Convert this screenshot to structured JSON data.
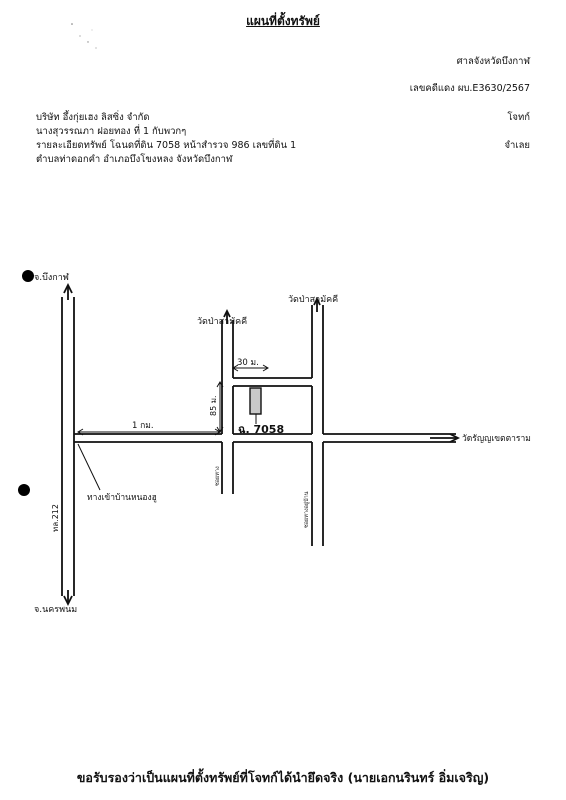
{
  "document": {
    "title": "แผนที่ตั้งทรัพย์",
    "court": "ศาลจังหวัดบึงกาฬ",
    "case_number": "เลขคดีแดง ผบ.E3630/2567",
    "plaintiff_name": "บริษัท อึ้งกุ่ยเฮง ลิสซิ่ง จำกัด",
    "plaintiff_role": "โจทก์",
    "defendant_name": "นางสุวรรณภา ฝอยทอง  ที่ 1 กับพวกๆ",
    "defendant_role": "จำเลย",
    "property_line1": "รายละเอียดทรัพย์ โฉนดที่ดิน 7058 หน้าสำรวจ 986 เลขที่ดิน 1",
    "property_line2": "ตำบลท่าดอกคำ  อำเภอบึงโขงหลง  จังหวัดบึงกาฬ"
  },
  "map": {
    "north_label": "จ.บึงกาฬ",
    "south_label": "จ.นครพนม",
    "highway_label": "ทล.212",
    "village_entrance_label": "ทางเข้าบ้านหนองฮู",
    "distance_label": "1 กม.",
    "temple_left_label": "วัดป่าสามัคคี",
    "temple_right_label": "วัดป่าสามัคคี",
    "width_label": "30 ม.",
    "depth_label": "85 ม.",
    "deed_label": "ฉ. 7058",
    "east_temple_label": "วัดรัญญเขตตาราม",
    "soi_left_label": "ซอยทาง",
    "soi_right_label": "ซอยทางอยู่บ้าน"
  },
  "footer": {
    "certification": "ขอรับรองว่าเป็นแผนที่ตั้งทรัพย์ที่โจทก์ได้นำยึดจริง (นายเอกนรินทร์ อิ่มเจริญ)"
  }
}
